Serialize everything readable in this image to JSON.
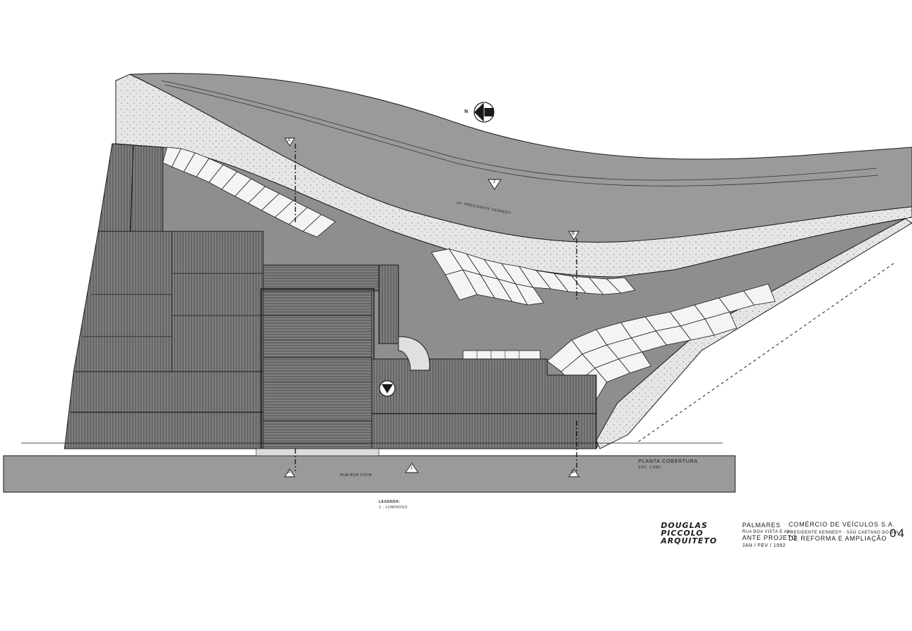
{
  "drawing": {
    "plan_title": "PLANTA COBERTURA",
    "plan_scale": "ESC. 1:500",
    "street_top": "AV. PRESIDENTE KENNEDY",
    "street_bottom": "RUA BOA VISTA",
    "section_marks": [
      "A",
      "A",
      "B",
      "B"
    ],
    "level_marks": [
      "1",
      "2"
    ],
    "north_label": "N",
    "legend_title": "LEGENDA:",
    "legend_item": "1 - LUMINOSO"
  },
  "title_block": {
    "architect": [
      "DOUGLAS",
      "PICCOLO",
      "ARQUITETO"
    ],
    "client": "PALMARES",
    "address": "RUA BOA VISTA E AV.",
    "company": "COMÉRCIO DE VEÍCULOS S.A.",
    "company_address": "PRESIDENTE KENNEDY - SÃO CAETANO DO SUL",
    "phase": "ANTE PROJETO",
    "project": "DE REFORMA E AMPLIAÇÃO",
    "date": "JAN / FEV / 1992",
    "sheet_number": "04"
  },
  "colors": {
    "paper": "#ffffff",
    "ink": "#1a1a1a",
    "pavement": "#9a9a9a",
    "sidewalk": "#e4e4e4",
    "roof": "#7d7d7d"
  }
}
